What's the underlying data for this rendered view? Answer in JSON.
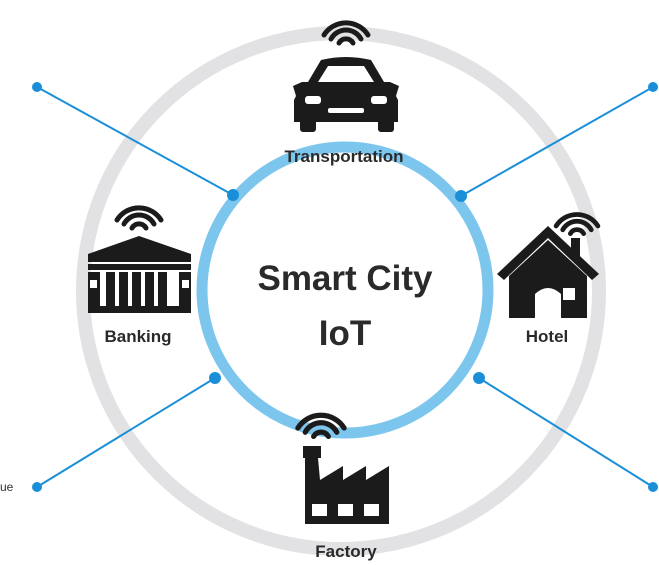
{
  "center": {
    "line1": "Smart City",
    "line2": "IoT"
  },
  "nodes": {
    "transportation": {
      "label": "Transportation",
      "icon": "car-icon"
    },
    "hotel": {
      "label": "Hotel",
      "icon": "house-icon"
    },
    "factory": {
      "label": "Factory",
      "icon": "factory-icon"
    },
    "banking": {
      "label": "Banking",
      "icon": "bank-icon"
    }
  },
  "partial_text": "ue",
  "colors": {
    "outer_ring": "#e2e2e4",
    "inner_ring": "#7cc6ee",
    "connector": "#1a8fd8",
    "icon": "#1b1b1b"
  }
}
